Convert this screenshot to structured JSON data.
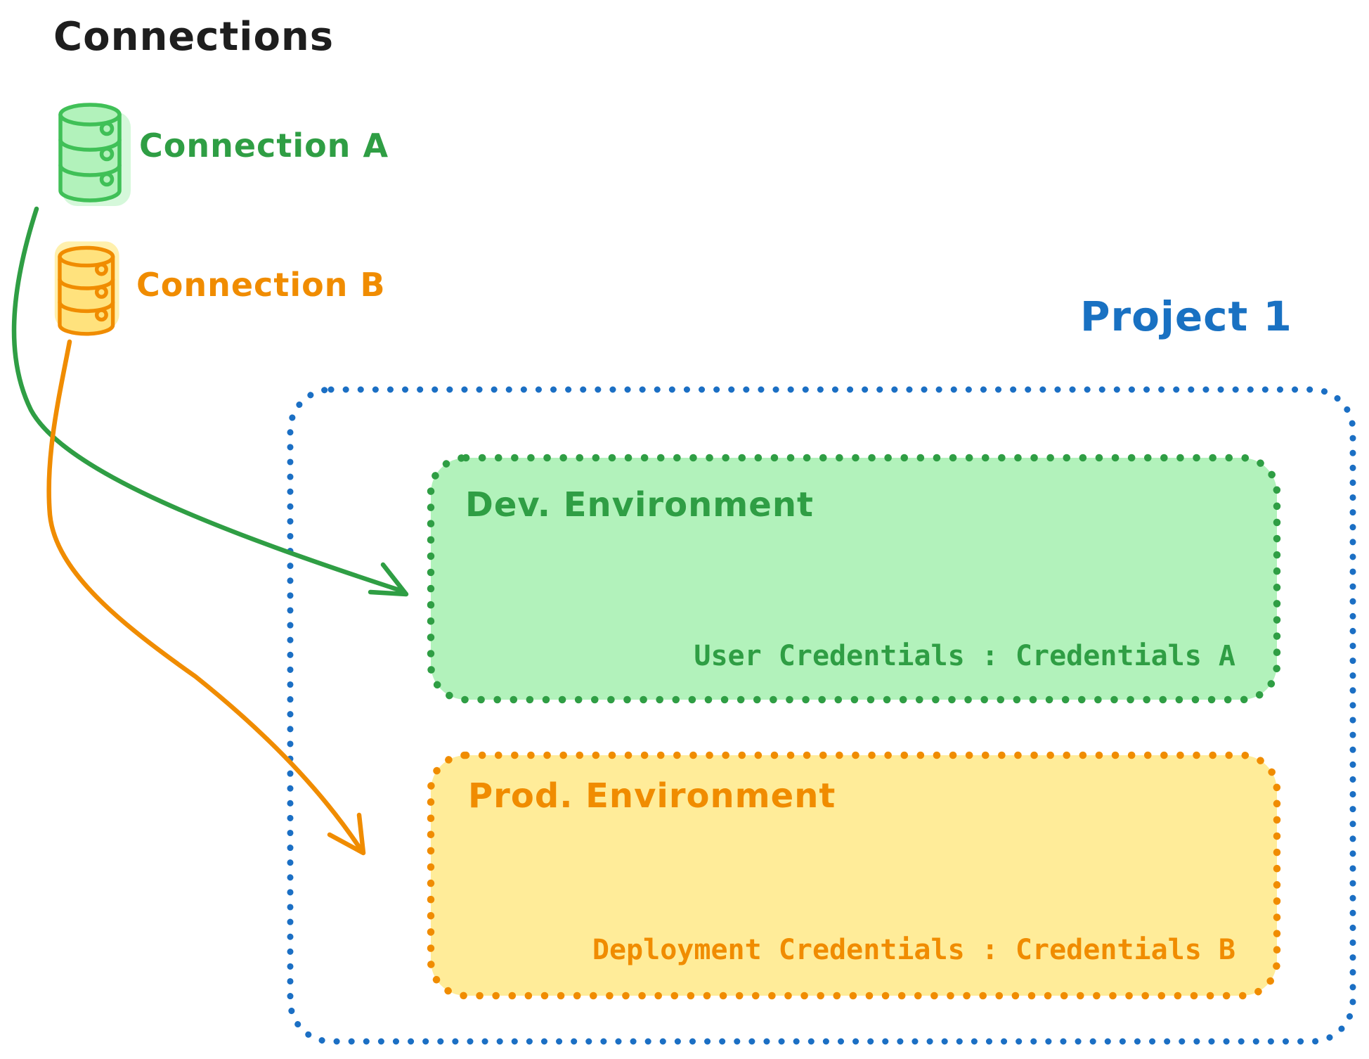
{
  "canvas": {
    "background": "#ffffff"
  },
  "connections_panel": {
    "title": "Connections",
    "title_color": "#1e1e1e",
    "items": [
      {
        "label": "Connection A",
        "icon": "database-icon",
        "stroke_color": "#40c057",
        "fill_color": "#b2f2bb",
        "label_color": "#2f9e44"
      },
      {
        "label": "Connection B",
        "icon": "database-icon",
        "stroke_color": "#f08c00",
        "fill_color": "#ffe27d",
        "label_color": "#f08c00"
      }
    ]
  },
  "project": {
    "title": "Project 1",
    "title_color": "#1971c2",
    "border_color": "#1b6fc4",
    "border_style": "dotted",
    "environments": [
      {
        "name": "Dev. Environment",
        "credentials": "User Credentials : Credentials A",
        "accent_color": "#2f9e44",
        "fill_color": "#b2f2bb",
        "border_style": "dotted"
      },
      {
        "name": "Prod. Environment",
        "credentials": "Deployment Credentials : Credentials B",
        "accent_color": "#f08c00",
        "fill_color": "#ffec99",
        "border_style": "dotted"
      }
    ]
  },
  "links": [
    {
      "from": "Connection A",
      "to": "Dev. Environment",
      "color": "#2f9e44",
      "shape": "curved-arrow"
    },
    {
      "from": "Connection B",
      "to": "Prod. Environment",
      "color": "#f08c00",
      "shape": "curved-arrow"
    }
  ]
}
